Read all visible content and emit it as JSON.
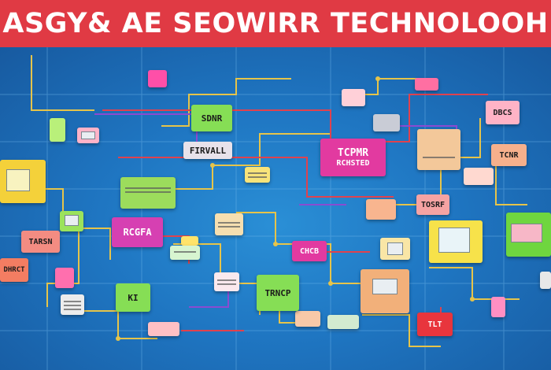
{
  "banner": {
    "title": "ASGY& AE SEOWIRR TECHNOLOOH"
  },
  "labels": {
    "sdnr": "SDNR",
    "firvall": "FIRVALL",
    "tcpmr": "TCPMR",
    "rchsted": "RCHSTED",
    "dbcs": "DBCS",
    "tcnr": "TCNR",
    "tosrf": "TOSRF",
    "rcgfa": "RCGFA",
    "tarsn": "TARSN",
    "dhrct": "DHRCT",
    "chcb": "CHCB",
    "ki": "KI",
    "trncp": "TRNCP",
    "tlt": "TLT"
  },
  "colors": {
    "banner": "#e03a44",
    "background": "#1f76c2",
    "trace_yellow": "#e6c44a",
    "trace_red": "#e0424e",
    "trace_purple": "#8a4bd1"
  }
}
